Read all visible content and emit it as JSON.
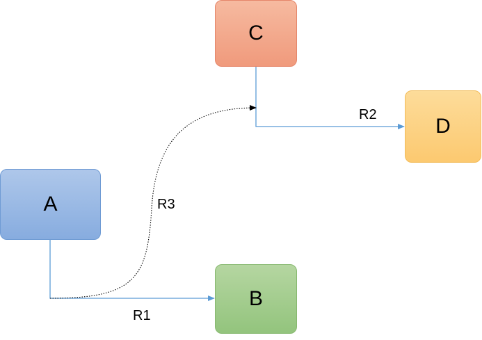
{
  "nodes": {
    "a": "A",
    "b": "B",
    "c": "C",
    "d": "D"
  },
  "edges": {
    "r1": "R1",
    "r2": "R2",
    "r3": "R3"
  },
  "colors": {
    "node_a": "#9dbbe6",
    "node_b": "#a6cd8f",
    "node_c": "#f4a98b",
    "node_d": "#fdd382",
    "connector": "#5b9bd5",
    "dotted_connector": "#000000"
  }
}
